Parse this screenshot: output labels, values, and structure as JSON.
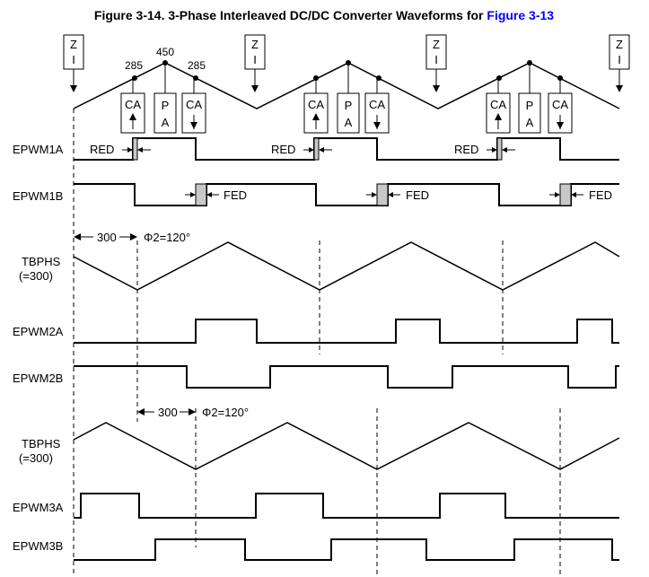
{
  "caption": {
    "text": "Figure 3-14. 3-Phase Interleaved DC/DC Converter Waveforms for ",
    "link": "Figure 3-13"
  },
  "event_box": {
    "top": "Z",
    "bottom": "I"
  },
  "counter_labels": {
    "cmp_up": "285",
    "period": "450",
    "cmp_down": "285"
  },
  "event_labels": {
    "ca": "CA",
    "pa_top": "P",
    "pa_bottom": "A"
  },
  "deadband": {
    "red": "RED",
    "fed": "FED"
  },
  "signals": {
    "epwm1a": "EPWM1A",
    "epwm1b": "EPWM1B",
    "tbphs_1": "TBPHS",
    "tbphs_1_value": "(=300)",
    "epwm2a": "EPWM2A",
    "epwm2b": "EPWM2B",
    "tbphs_2": "TBPHS",
    "tbphs_2_value": "(=300)",
    "epwm3a": "EPWM3A",
    "epwm3b": "EPWM3B"
  },
  "phase_1": {
    "offset": "300",
    "angle": "Φ2=120°"
  },
  "phase_2": {
    "offset": "300",
    "angle": "Φ2=120°"
  }
}
